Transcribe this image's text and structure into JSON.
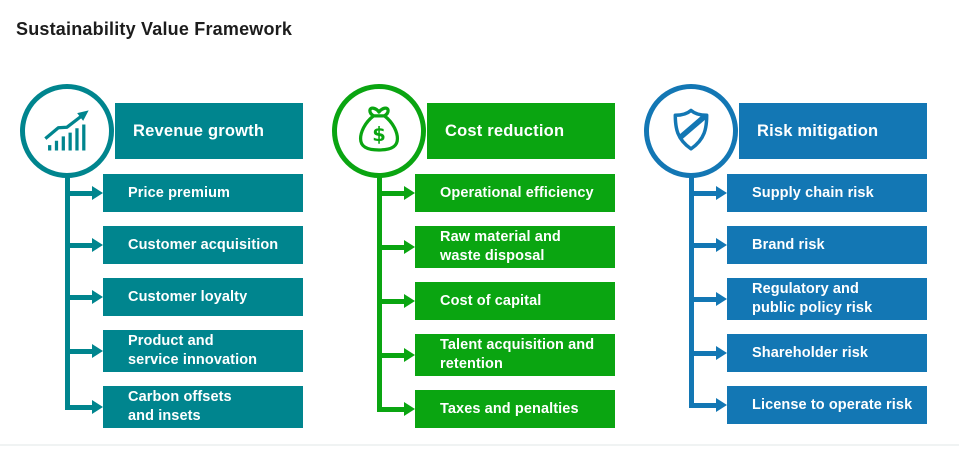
{
  "title": "Sustainability Value Framework",
  "divider_color": "#f0f3f3",
  "columns": [
    {
      "header": "Revenue growth",
      "accent": "#00858e",
      "icon": "growth-chart-icon",
      "items": [
        "Price premium",
        "Customer acquisition",
        "Customer loyalty",
        "Product and\nservice innovation",
        "Carbon offsets\nand insets"
      ]
    },
    {
      "header": "Cost reduction",
      "accent": "#0aa511",
      "icon": "money-bag-icon",
      "items": [
        "Operational efficiency",
        "Raw material and\nwaste disposal",
        "Cost of capital",
        "Talent acquisition and\nretention",
        "Taxes and penalties"
      ]
    },
    {
      "header": "Risk mitigation",
      "accent": "#1377b4",
      "icon": "shield-icon",
      "items": [
        "Supply chain risk",
        "Brand risk",
        "Regulatory and\npublic policy risk",
        "Shareholder risk",
        "License to operate risk"
      ]
    }
  ]
}
